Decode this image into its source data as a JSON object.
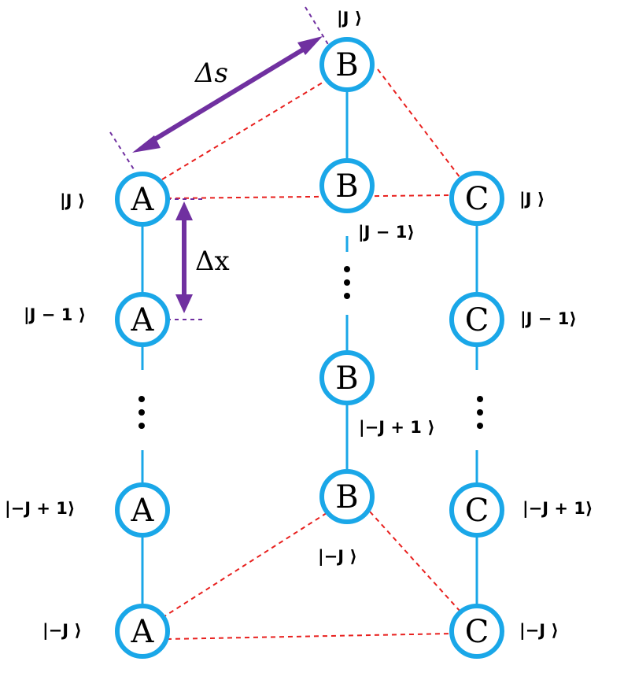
{
  "nodes": {
    "a_j": "A",
    "a_j_minus_1": "A",
    "a_neg_j_plus_1": "A",
    "a_neg_j": "A",
    "b_top": "B",
    "b_j": "B",
    "b_neg_j_plus_1": "B",
    "b_neg_j": "B",
    "c_j": "C",
    "c_j_minus_1": "C",
    "c_neg_j_plus_1": "C",
    "c_neg_j": "C"
  },
  "kets": {
    "b_top": "|J ⟩",
    "a_j": "|J ⟩",
    "c_j": "|J ⟩",
    "b_j_minus_1": "|J − 1⟩",
    "a_j_minus_1": "|J − 1 ⟩",
    "c_j_minus_1": "|J − 1⟩",
    "b_neg_j_plus_1": "|−J + 1 ⟩",
    "a_neg_j_plus_1": "|−J + 1⟩",
    "c_neg_j_plus_1": "|−J + 1⟩",
    "b_neg_j": "|−J ⟩",
    "a_neg_j": "|−J ⟩",
    "c_neg_j": "|−J ⟩"
  },
  "measures": {
    "delta_s": "Δs",
    "delta_x": "Δx"
  },
  "colors": {
    "node_outline": "#1aa7e8",
    "chain_line": "#1aa7e8",
    "coupling_line": "#e8201e",
    "measure_arrow": "#7030a0"
  }
}
